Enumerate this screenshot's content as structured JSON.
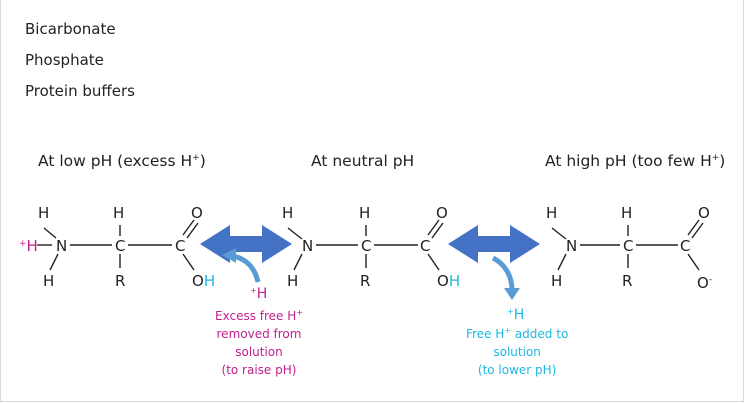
{
  "list": {
    "item1": "Bicarbonate",
    "item2": "Phosphate",
    "item3": "Protein buffers"
  },
  "headers": {
    "low": "At low pH (excess H",
    "low_sup": "+",
    "low_close": ")",
    "neutral": "At neutral pH",
    "high": "At high pH (too few H",
    "high_sup": "+",
    "high_close": ")"
  },
  "notes": {
    "excess_line1_pre": "Excess free H",
    "excess_line1_sup": "+",
    "excess_line2": "removed from",
    "excess_line3": "solution",
    "excess_line4": "(to raise pH)",
    "free_line1_pre": "Free H",
    "free_line1_sup": "+",
    "free_line1_post": " added to",
    "free_line2": "solution",
    "free_line3": "(to lower pH)"
  },
  "colors": {
    "arrow": "#4472c4",
    "magenta": "#c0208f",
    "cyan": "#1fb8e0",
    "curved_arrow": "#5b9bd5"
  }
}
